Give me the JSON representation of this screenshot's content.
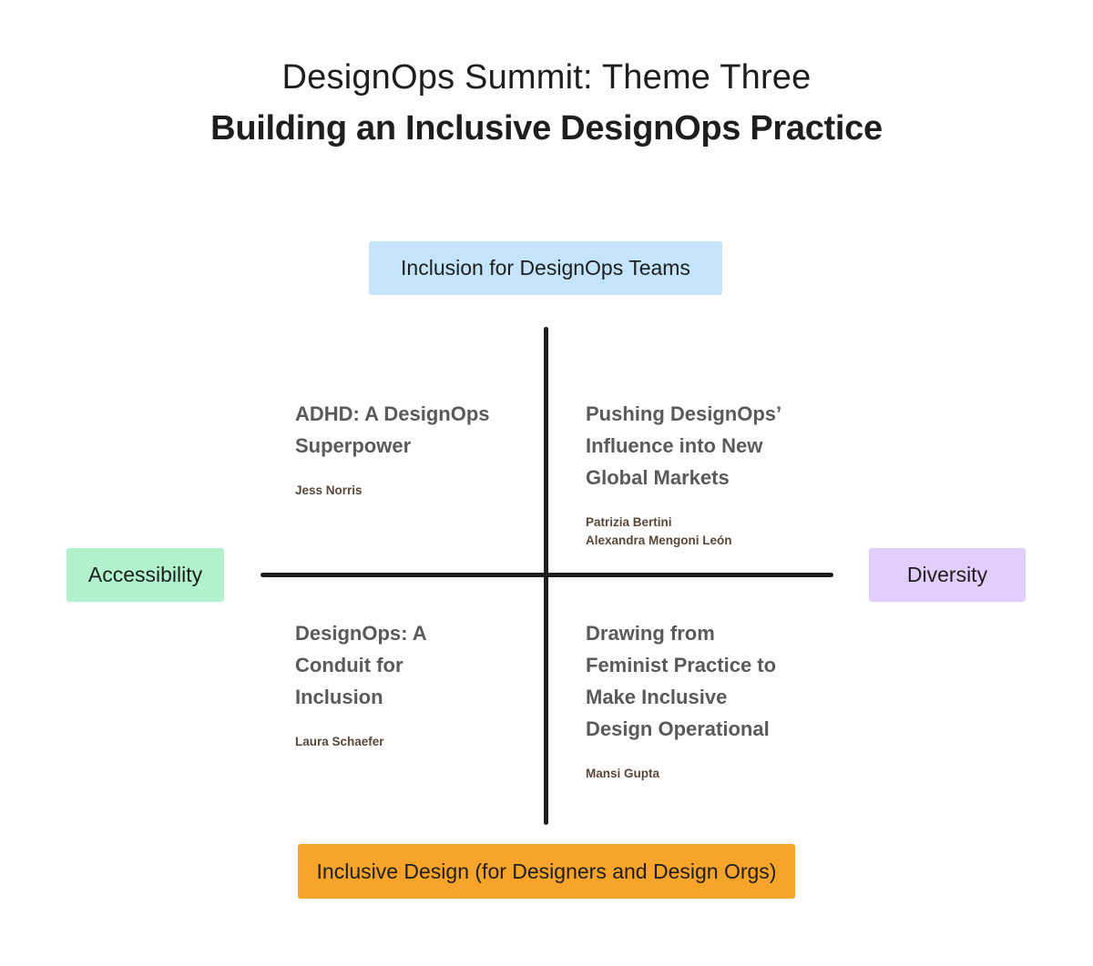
{
  "header": {
    "title_line1": "DesignOps Summit: Theme Three",
    "title_line2": "Building an Inclusive DesignOps Practice"
  },
  "axes": {
    "top": {
      "label": "Inclusion for DesignOps Teams",
      "color": "#c3e4fb"
    },
    "left": {
      "label": "Accessibility",
      "color": "#b1f1cb"
    },
    "right": {
      "label": "Diversity",
      "color": "#e2cefc"
    },
    "bottom": {
      "label": "Inclusive Design (for Designers and Design Orgs)",
      "color": "#f8a42b"
    }
  },
  "quadrants": {
    "top_left": {
      "title_lines": [
        "ADHD: A DesignOps",
        "Superpower"
      ],
      "speakers": [
        "Jess Norris"
      ]
    },
    "top_right": {
      "title_lines": [
        "Pushing DesignOps’",
        "Influence into New",
        "Global Markets"
      ],
      "speakers": [
        "Patrizia Bertini",
        "Alexandra Mengoni León"
      ]
    },
    "bottom_left": {
      "title_lines": [
        "DesignOps: A",
        "Conduit for",
        "Inclusion"
      ],
      "speakers": [
        "Laura Schaefer"
      ]
    },
    "bottom_right": {
      "title_lines": [
        "Drawing from",
        "Feminist Practice to",
        "Make Inclusive",
        "Design Operational"
      ],
      "speakers": [
        "Mansi Gupta"
      ]
    }
  }
}
